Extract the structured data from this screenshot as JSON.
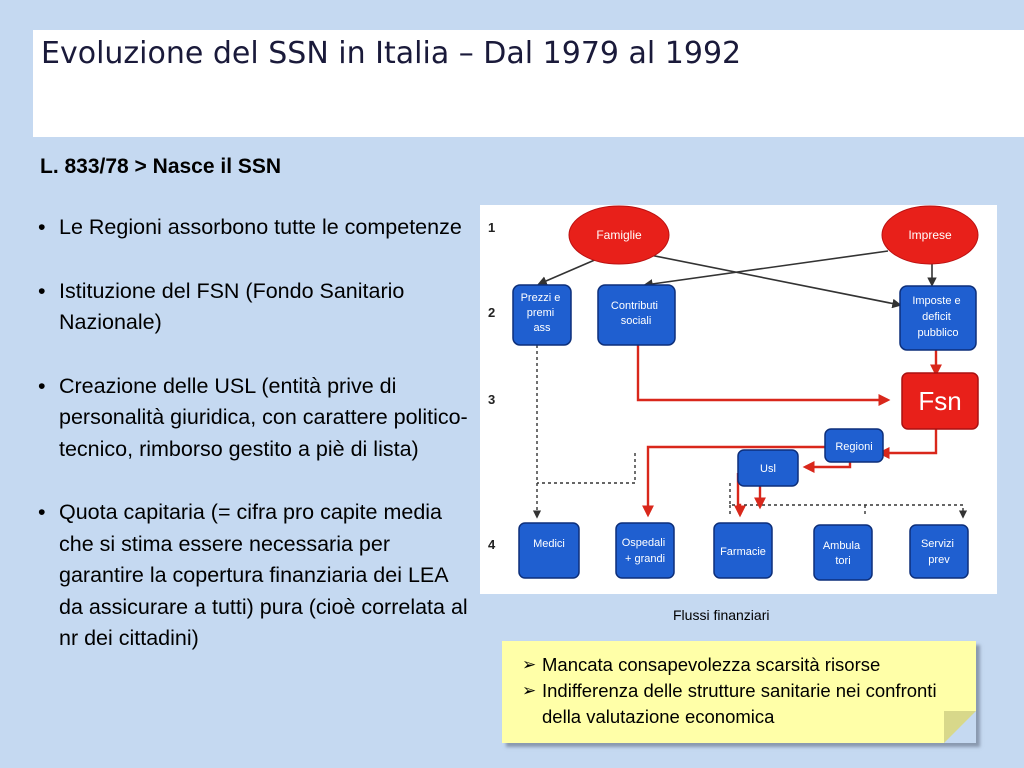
{
  "header": {
    "title": "Evoluzione del SSN in Italia – Dal 1979 al 1992"
  },
  "content": {
    "subtitle": "L. 833/78 > Nasce il SSN",
    "bullet_glyph": "•",
    "bullets": [
      "Le Regioni assorbono tutte le competenze",
      "Istituzione del FSN (Fondo Sanitario Nazionale)",
      "Creazione delle USL (entità prive di personalità giuridica, con carattere politico-tecnico, rimborso gestito a piè di lista)",
      "Quota capitaria (= cifra pro capite media che si stima essere necessaria per garantire la copertura finanziaria dei LEA da assicurare a tutti) pura (cioè correlata al nr dei cittadini)"
    ]
  },
  "diagram": {
    "level_labels": [
      "1",
      "2",
      "3",
      "4"
    ],
    "nodes": {
      "famiglie": "Famiglie",
      "imprese": "Imprese",
      "prezzi": [
        "Prezzi e",
        "premi",
        "ass"
      ],
      "contributi": [
        "Contributi",
        "sociali"
      ],
      "imposte": [
        "Imposte e",
        "deficit",
        "pubblico"
      ],
      "fsn": "Fsn",
      "regioni": "Regioni",
      "usl": "Usl",
      "medici": "Medici",
      "ospedali": [
        "Ospedali",
        "+ grandi"
      ],
      "farmacie": "Farmacie",
      "ambulatori": [
        "Ambula",
        "tori"
      ],
      "servizi": [
        "Servizi",
        "prev"
      ]
    },
    "colors": {
      "ellipse_fill": "#e8201a",
      "box_fill": "#1f5fd0",
      "box_stroke": "#0d2f7a",
      "red_arrow": "#d9271b",
      "black_arrow": "#333333"
    }
  },
  "caption": "Flussi finanziari",
  "note": {
    "arrow_glyph": "➢",
    "items": [
      "Mancata consapevolezza scarsità risorse",
      "Indifferenza delle strutture sanitarie nei confronti della valutazione economica"
    ]
  }
}
